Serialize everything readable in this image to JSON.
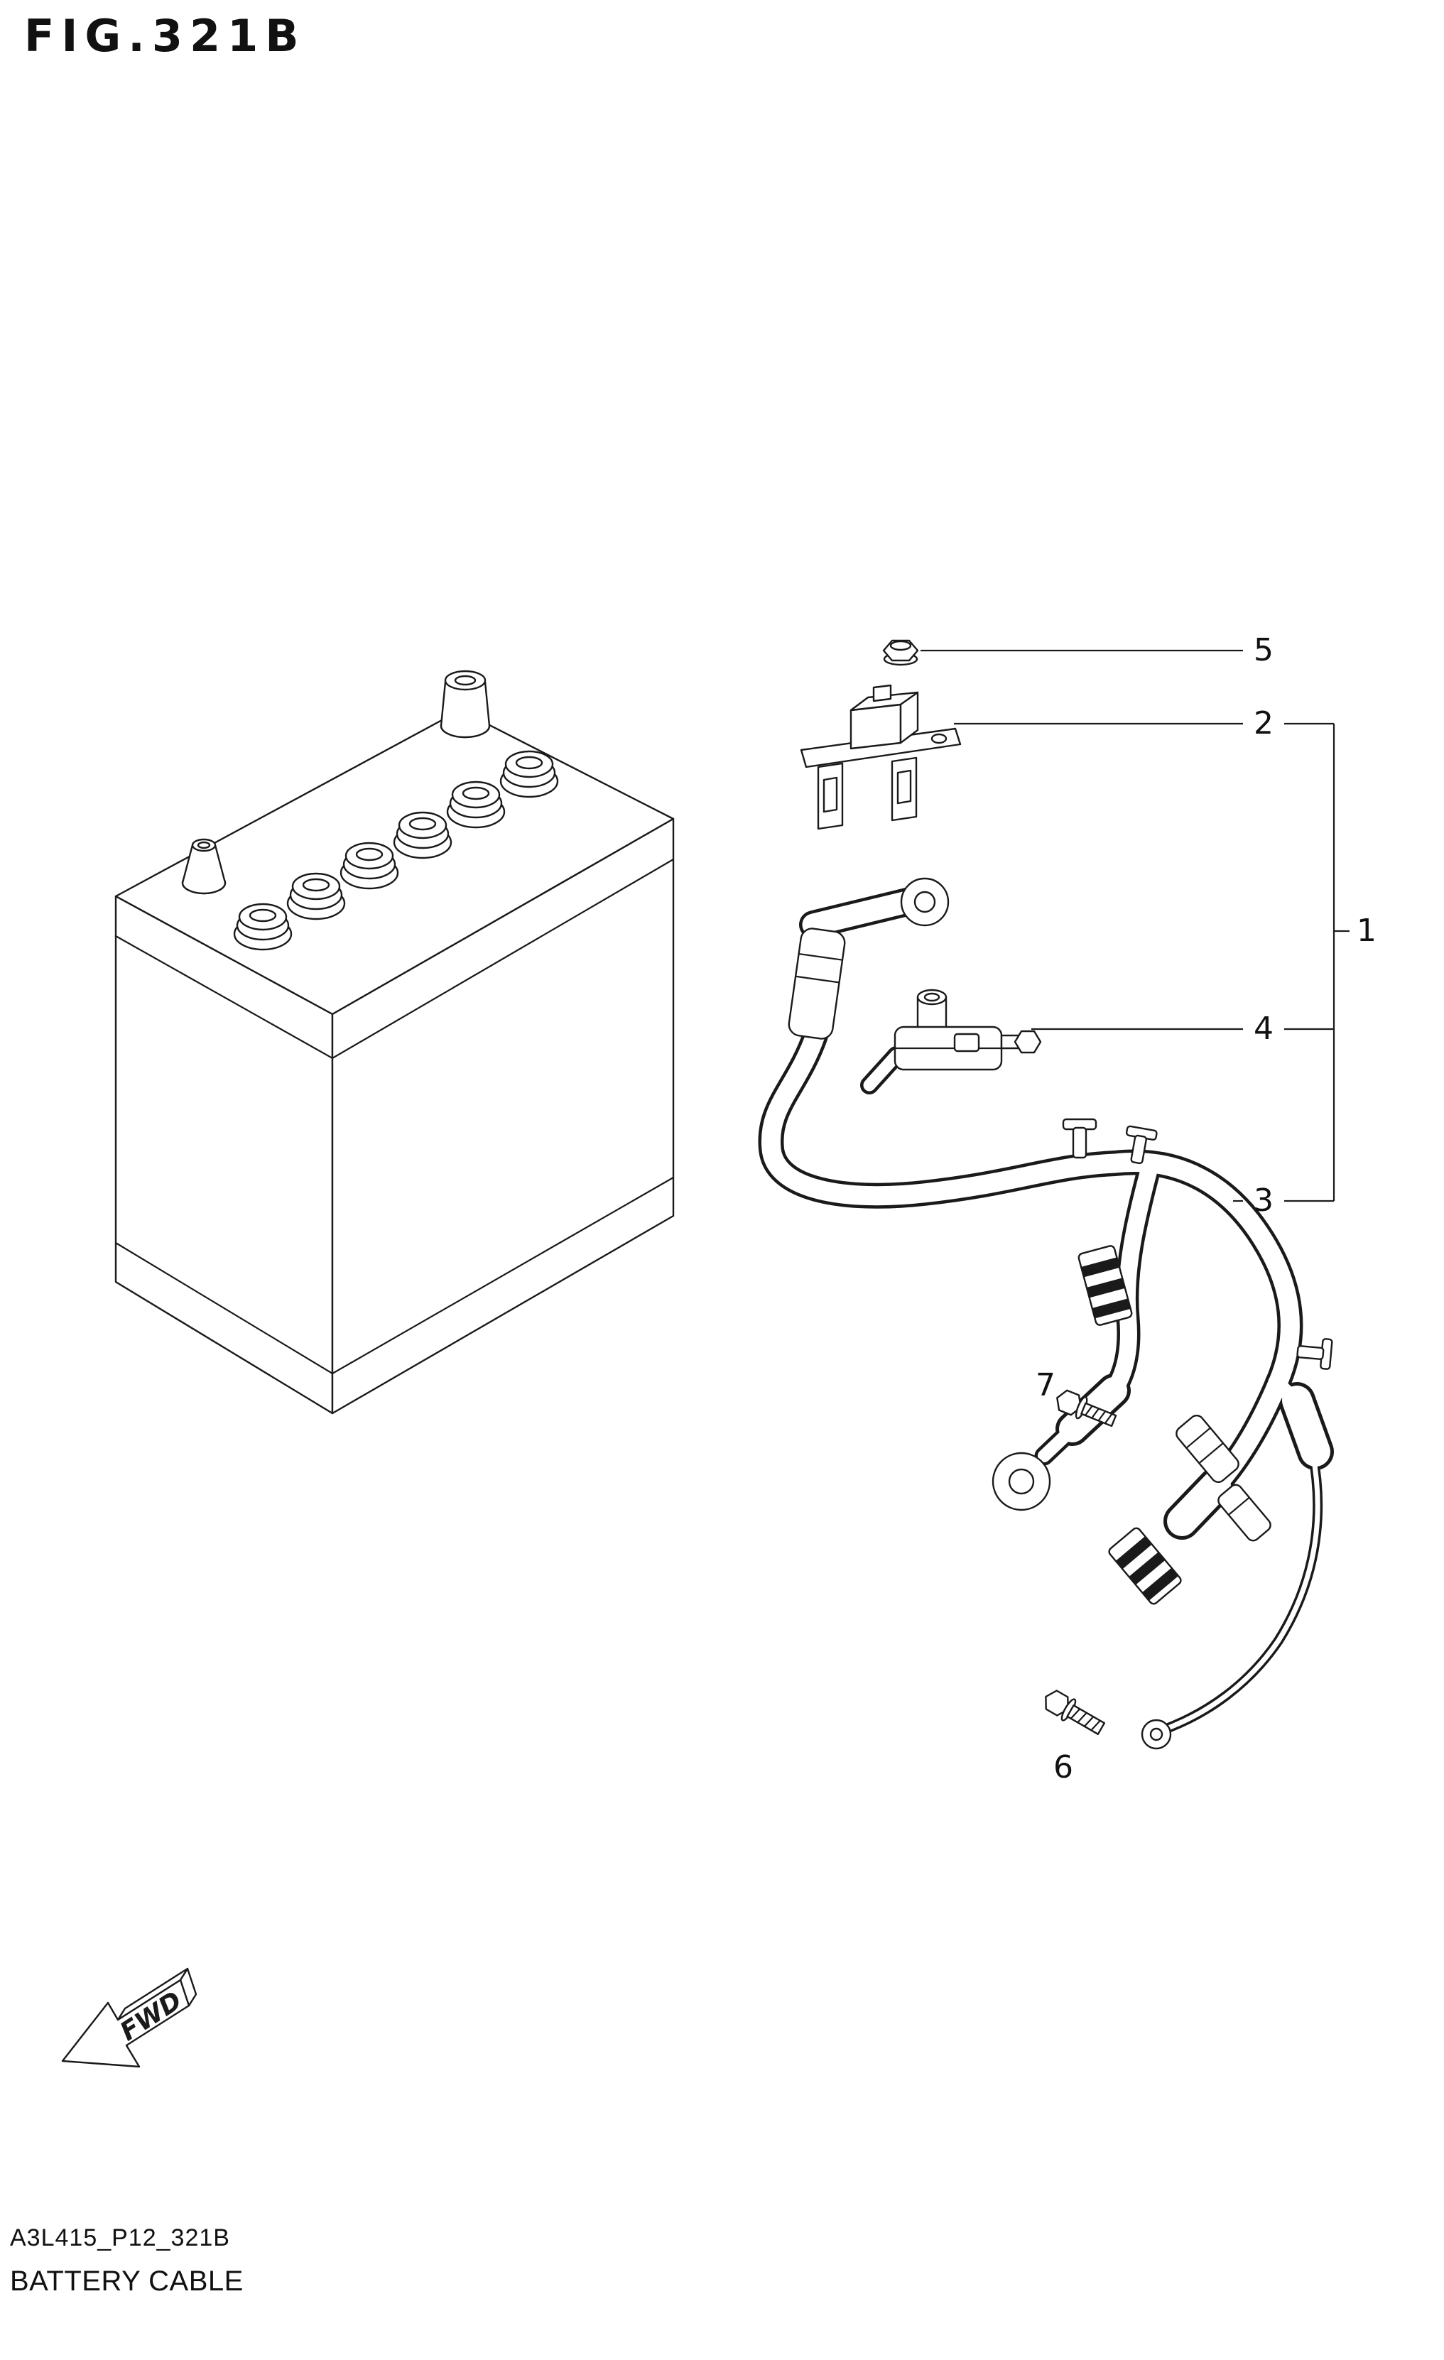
{
  "title": "FIG.321B",
  "callouts": {
    "c1": {
      "label": "1"
    },
    "c2": {
      "label": "2"
    },
    "c3": {
      "label": "3"
    },
    "c4": {
      "label": "4"
    },
    "c5": {
      "label": "5"
    },
    "c6": {
      "label": "6"
    },
    "c7": {
      "label": "7"
    }
  },
  "fwd_label": "FWD",
  "footer": {
    "code": "A3L415_P12_321B",
    "caption": "BATTERY CABLE"
  },
  "colors": {
    "ink": "#1a1a1a",
    "paper": "#ffffff"
  }
}
